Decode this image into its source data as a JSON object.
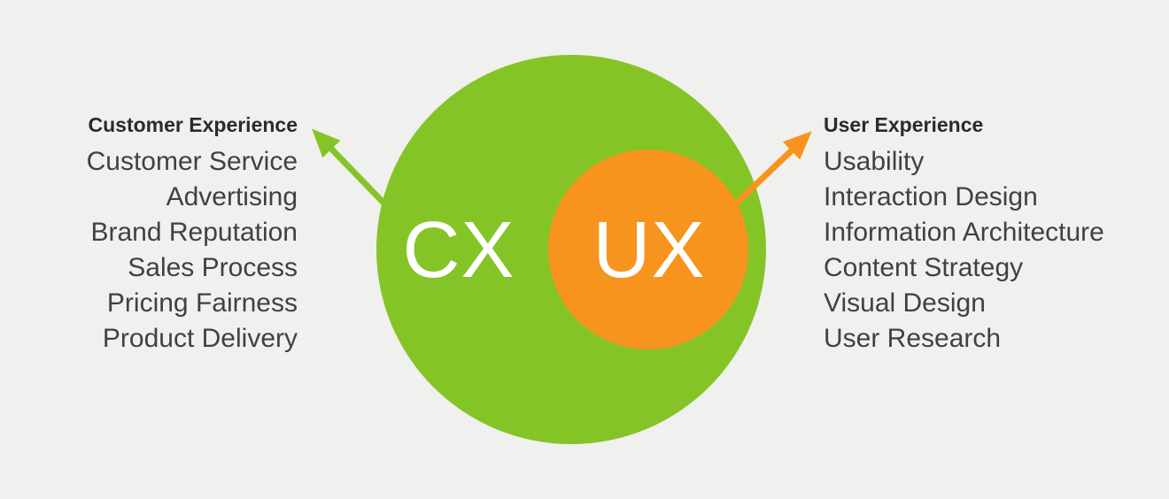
{
  "diagram": {
    "background_color": "#F0F0EE",
    "outer_circle": {
      "label": "CX",
      "color": "#85C427"
    },
    "inner_circle": {
      "label": "UX",
      "color": "#F7941E"
    },
    "label_text_color": "#FFFFFF",
    "text_color": "#414141",
    "header_color": "#2B2B2B",
    "left_panel": {
      "header": "Customer Experience",
      "items": [
        "Customer Service",
        "Advertising",
        "Brand Reputation",
        "Sales Process",
        "Pricing Fairness",
        "Product Delivery"
      ]
    },
    "right_panel": {
      "header": "User Experience",
      "items": [
        "Usability",
        "Interaction Design",
        "Information Architecture",
        "Content Strategy",
        "Visual Design",
        "User Research"
      ]
    }
  }
}
